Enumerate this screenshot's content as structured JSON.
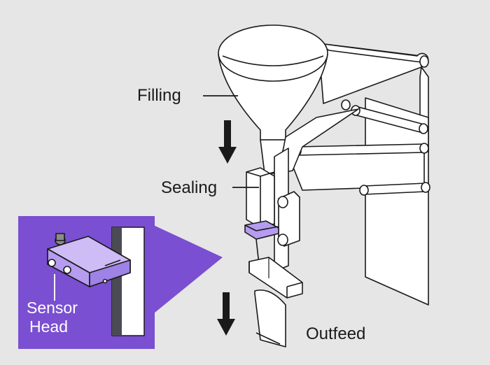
{
  "labels": {
    "filling": "Filling",
    "sealing": "Sealing",
    "outfeed": "Outfeed",
    "sensor_line1": "Sensor",
    "sensor_line2": "Head"
  },
  "colors": {
    "background": "#e6e6e6",
    "accent": "#7a4fd1",
    "sensor_body": "#b59cf0",
    "sensor_top": "#cdbcf5",
    "line": "#1a1a1a",
    "fill": "#ffffff"
  },
  "icons": [
    "down-arrow-icon",
    "sensor-head-icon"
  ]
}
